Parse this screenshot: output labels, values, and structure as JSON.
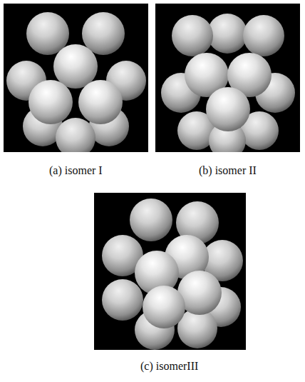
{
  "diagram": {
    "labels": [
      "(a) isomer I",
      "(b) isomer II",
      "(c) isomerIII"
    ]
  }
}
